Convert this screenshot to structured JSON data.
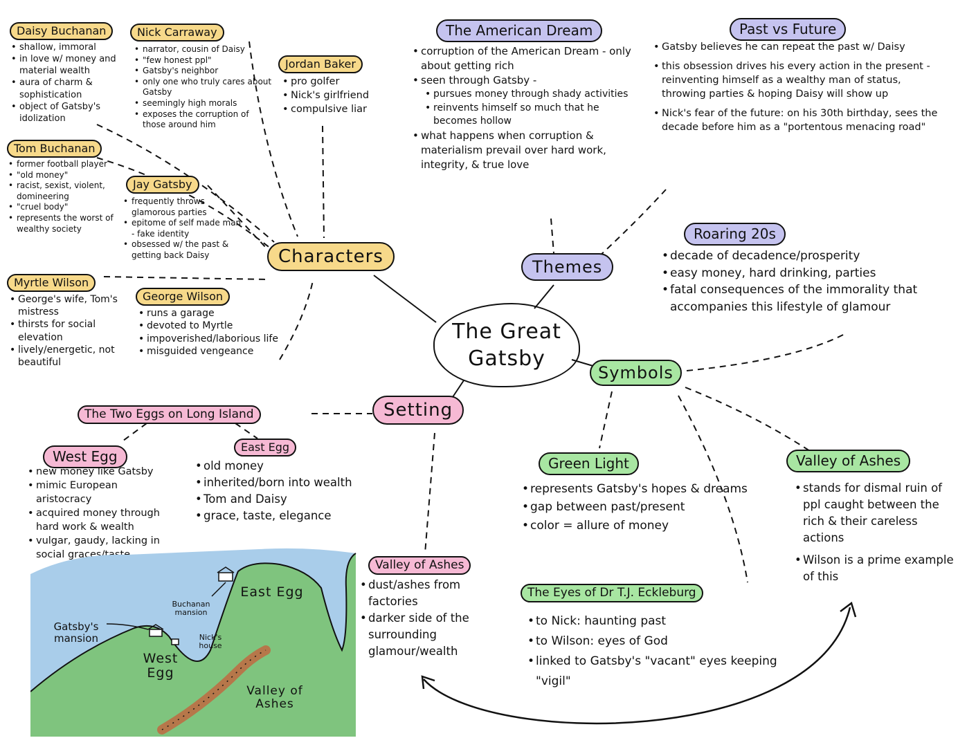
{
  "center_title": [
    "The Great",
    "Gatsby"
  ],
  "hubs": {
    "characters": "Characters",
    "themes": "Themes",
    "symbols": "Symbols",
    "setting": "Setting"
  },
  "characters": {
    "daisy": {
      "title": "Daisy Buchanan",
      "notes": [
        "shallow, immoral",
        "in love w/ money and material wealth",
        "aura of charm & sophistication",
        "object of Gatsby's idolization"
      ]
    },
    "nick": {
      "title": "Nick Carraway",
      "notes": [
        "narrator, cousin of Daisy",
        "\"few honest ppl\"",
        "Gatsby's neighbor",
        "only one who truly cares about Gatsby",
        "seemingly high morals",
        "exposes the corruption of those around him"
      ]
    },
    "jordan": {
      "title": "Jordan Baker",
      "notes": [
        "pro golfer",
        "Nick's girlfriend",
        "compulsive liar"
      ]
    },
    "tom": {
      "title": "Tom Buchanan",
      "notes": [
        "former football player",
        "\"old money\"",
        "racist, sexist, violent, domineering",
        "\"cruel body\"",
        "represents the worst of wealthy society"
      ]
    },
    "jay": {
      "title": "Jay Gatsby",
      "notes": [
        "frequently throws glamorous parties",
        "epitome of self made man - fake identity",
        "obsessed w/ the past & getting back Daisy"
      ]
    },
    "myrtle": {
      "title": "Myrtle Wilson",
      "notes": [
        "George's wife, Tom's mistress",
        "thirsts for social elevation",
        "lively/energetic, not beautiful"
      ]
    },
    "george": {
      "title": "George Wilson",
      "notes": [
        "runs a garage",
        "devoted to Myrtle",
        "impoverished/laborious life",
        "misguided vengeance"
      ]
    }
  },
  "themes": {
    "american_dream": {
      "title": "The American Dream",
      "notes": [
        "corruption of the American Dream - only about getting rich",
        "seen through Gatsby -",
        "pursues money through shady activities",
        "reinvents himself so much that he becomes hollow",
        "what happens when corruption & materialism prevail over hard work, integrity, & true love"
      ]
    },
    "past_future": {
      "title": "Past vs Future",
      "notes": [
        "Gatsby believes he can repeat the past w/ Daisy",
        "this obsession drives his every action in the present - reinventing himself as a wealthy man of status, throwing parties & hoping Daisy will show up",
        "Nick's fear of the future: on his 30th birthday, sees the decade before him as a \"portentous menacing road\""
      ]
    },
    "roaring": {
      "title": "Roaring 20s",
      "notes": [
        "decade of decadence/prosperity",
        "easy money, hard drinking, parties",
        "fatal consequences of the immorality that accompanies this lifestyle of glamour"
      ]
    }
  },
  "setting": {
    "two_eggs": "The Two Eggs on Long Island",
    "west_egg": {
      "title": "West Egg",
      "notes": [
        "new money like Gatsby",
        "mimic European aristocracy",
        "acquired money through hard work & wealth",
        "vulgar, gaudy, lacking in social graces/taste"
      ]
    },
    "east_egg": {
      "title": "East Egg",
      "notes": [
        "old money",
        "inherited/born into wealth",
        "Tom and Daisy",
        "grace, taste, elegance"
      ]
    },
    "valley": {
      "title": "Valley of Ashes",
      "notes": [
        "dust/ashes from factories",
        "darker side of the surrounding glamour/wealth"
      ]
    }
  },
  "symbols": {
    "green_light": {
      "title": "Green Light",
      "notes": [
        "represents Gatsby's hopes & dreams",
        "gap between past/present",
        "color = allure of money"
      ]
    },
    "valley": {
      "title": "Valley of Ashes",
      "notes": [
        "stands for dismal ruin of ppl caught between the rich & their careless actions",
        "Wilson is a prime example of this"
      ]
    },
    "eckleburg": {
      "title": "The Eyes of Dr T.J. Eckleburg",
      "notes": [
        "to Nick: haunting past",
        "to Wilson: eyes of God",
        "linked to Gatsby's \"vacant\" eyes keeping \"vigil\""
      ]
    }
  },
  "map_labels": {
    "gatsby_mansion": "Gatsby's mansion",
    "buchanan_mansion": "Buchanan mansion",
    "east_egg": "East Egg",
    "west_egg": "West Egg",
    "nicks_house": "Nick's house",
    "valley": "Valley of Ashes"
  },
  "colors": {
    "characters": "#f7d98a",
    "themes": "#c5c3ef",
    "symbols": "#a8e6a2",
    "setting": "#f6b9d4",
    "water": "#a9cdea",
    "land": "#7fc47e",
    "road": "#b6774a"
  }
}
